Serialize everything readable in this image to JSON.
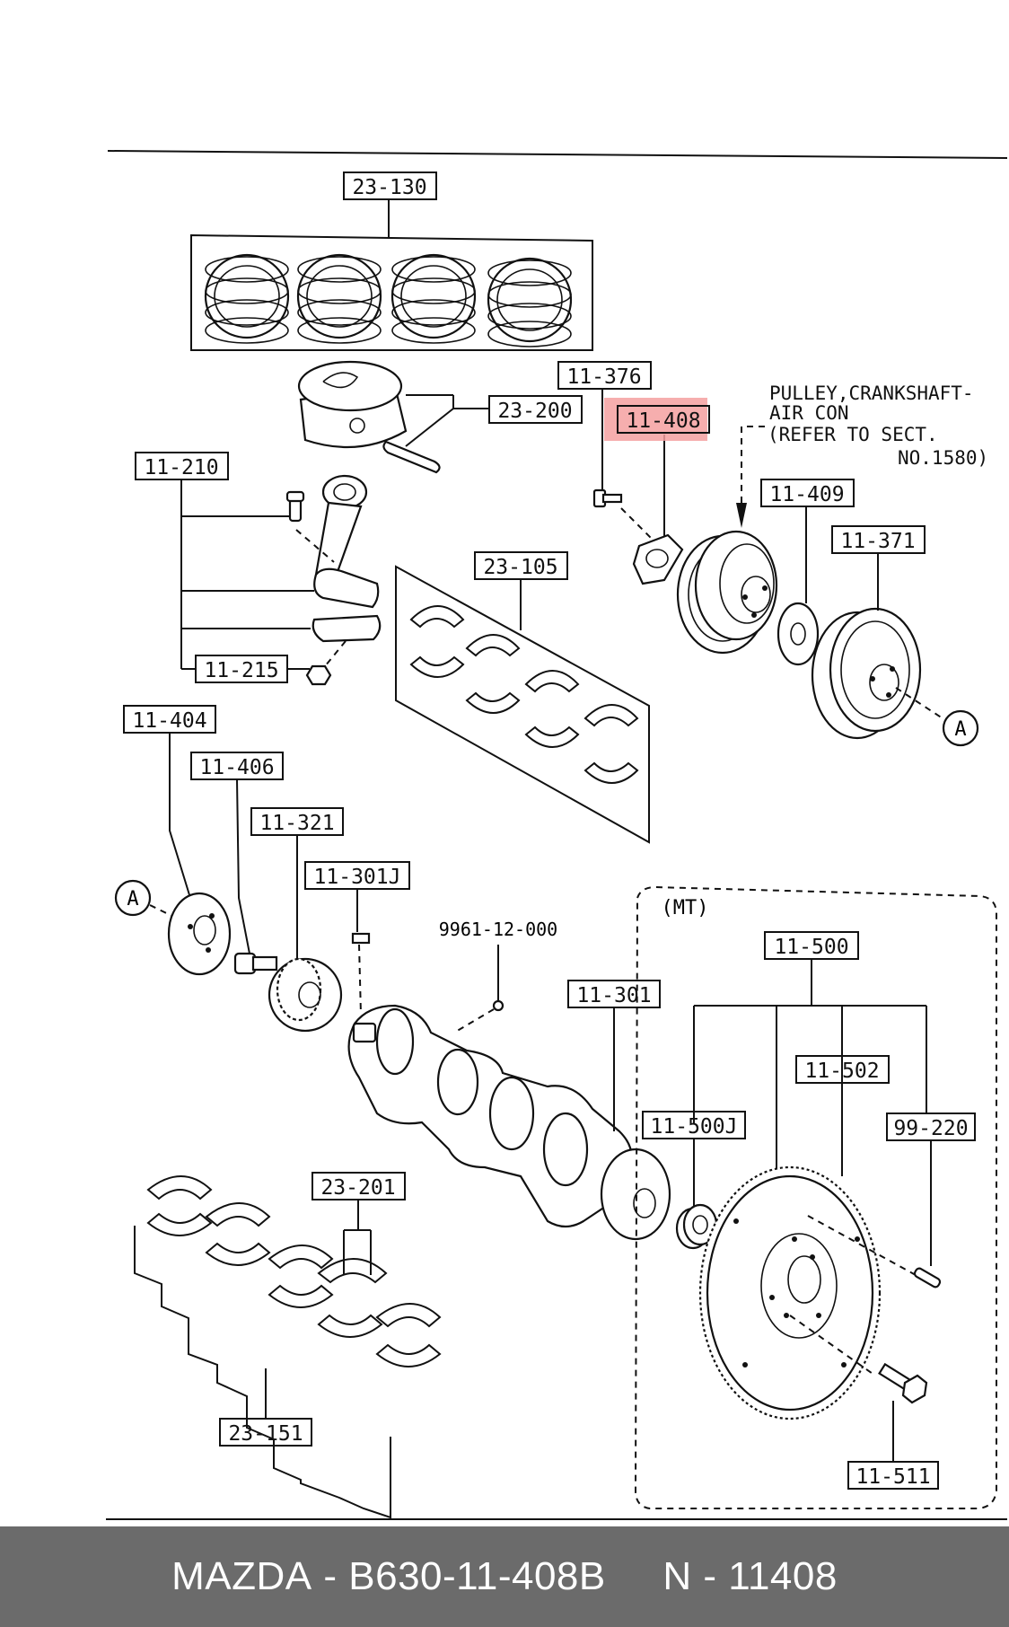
{
  "diagram": {
    "labels": {
      "p23_130": "23-130",
      "p23_200": "23-200",
      "p11_376": "11-376",
      "p11_408": "11-408",
      "p11_210": "11-210",
      "p23_105": "23-105",
      "p11_409": "11-409",
      "p11_371": "11-371",
      "p11_215": "11-215",
      "p11_404": "11-404",
      "p11_406": "11-406",
      "p11_321": "11-321",
      "p11_301J": "11-301J",
      "p9961": "9961-12-000",
      "p11_301": "11-301",
      "p11_500": "11-500",
      "p11_502": "11-502",
      "p11_500J": "11-500J",
      "p99_220": "99-220",
      "p23_201": "23-201",
      "p23_151": "23-151",
      "p11_511": "11-511"
    },
    "markers": {
      "a1": "A",
      "a2": "A"
    },
    "note": {
      "line1": "PULLEY,CRANKSHAFT-",
      "line2": "AIR CON",
      "line3": "(REFER TO SECT.",
      "line4": "NO.1580)"
    },
    "mt_group": "(MT)",
    "highlight_color": "#f4a0a0"
  },
  "footer": {
    "brand": "MAZDA",
    "sep": " - ",
    "part_number": "B630-11-408B",
    "gap": "     ",
    "ref": "N - 11408"
  }
}
